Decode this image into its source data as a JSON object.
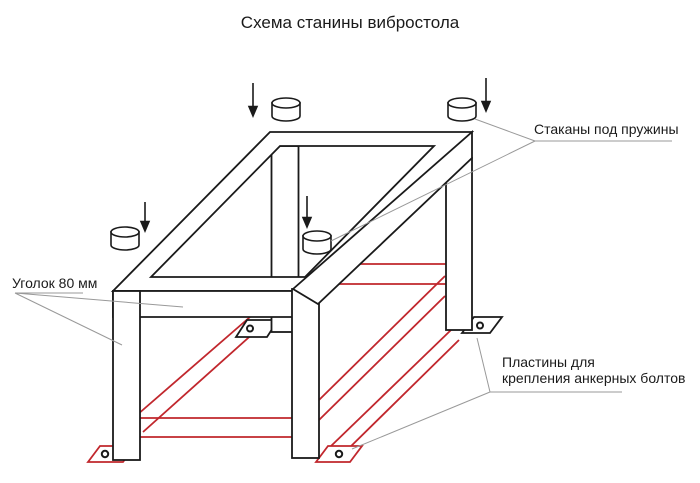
{
  "title": "Схема станины вибростола",
  "labels": {
    "spring_cups": "Стаканы под пружины",
    "angle_iron": "Уголок 80 мм",
    "anchor_plates_line1": "Пластины для",
    "anchor_plates_line2": "крепления анкерных болтов"
  },
  "colors": {
    "line": "#1a1a1a",
    "red_members": "#c1272d",
    "leader_line": "#999999",
    "background": "#ffffff",
    "text": "#1a1a1a"
  },
  "elements": {
    "spring_cup_count": 4,
    "down_arrow_count": 4,
    "anchor_plate_count": 4,
    "parts": [
      "top-angle-frame",
      "frame-leg",
      "spring-cup",
      "down-arrow",
      "bottom-rail",
      "side-brace",
      "anchor-plate",
      "leader-line"
    ]
  }
}
